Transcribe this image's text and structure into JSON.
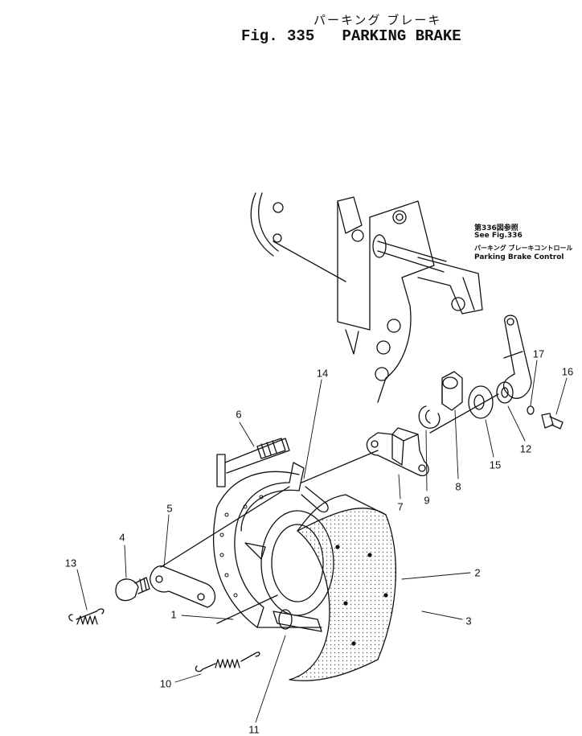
{
  "title": {
    "japanese": "パーキング ブレーキ",
    "fig": "Fig. 335",
    "english": "PARKING BRAKE"
  },
  "reference_note": {
    "line1": "第336図参照",
    "line2": "See  Fig.336",
    "line3": "パーキング ブレーキコントロール",
    "line4": "Parking Brake Control"
  },
  "callouts": [
    "1",
    "2",
    "3",
    "4",
    "5",
    "6",
    "7",
    "8",
    "9",
    "10",
    "11",
    "12",
    "13",
    "14",
    "15",
    "16",
    "17"
  ]
}
